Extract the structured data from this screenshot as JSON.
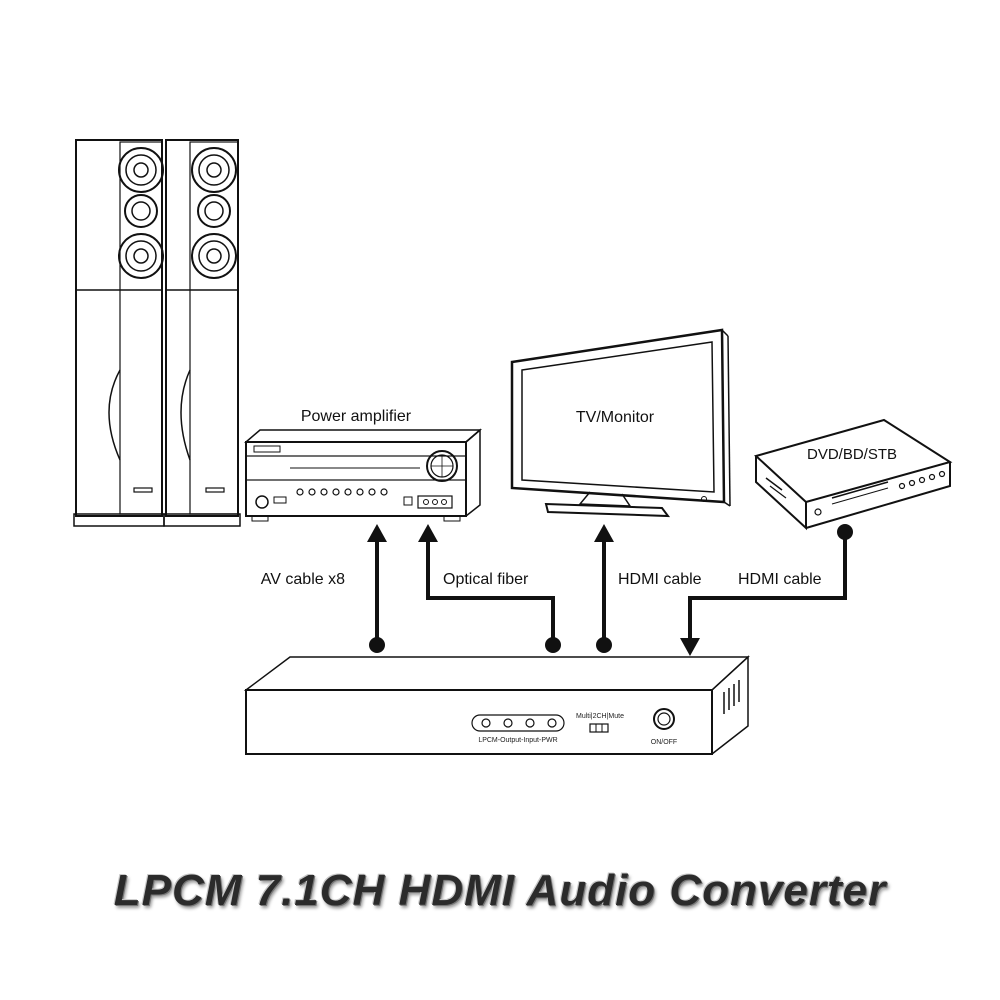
{
  "title": "LPCM 7.1CH HDMI Audio Converter",
  "devices": {
    "amplifier": "Power amplifier",
    "tv": "TV/Monitor",
    "player": "DVD/BD/STB"
  },
  "cables": {
    "av": "AV cable x8",
    "optical": "Optical fiber",
    "hdmi_out": "HDMI cable",
    "hdmi_in": "HDMI cable"
  },
  "converter": {
    "indicators": "LPCM-Output-Input-PWR",
    "mode_switch": "Multi|2CH|Mute",
    "power": "ON/OFF"
  }
}
